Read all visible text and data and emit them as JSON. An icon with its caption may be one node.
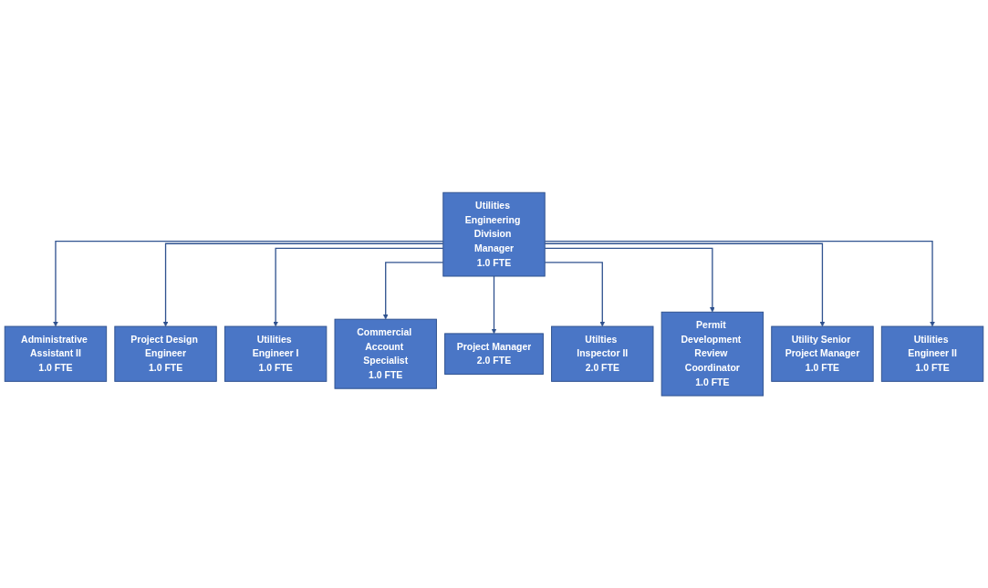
{
  "diagram": {
    "nodes": [
      {
        "text": [
          "Utilities Engineering Division Manager",
          "1.0 FTE"
        ]
      },
      {
        "text": [
          "Administrative Assistant II",
          "1.0 FTE"
        ]
      },
      {
        "text": [
          "Project Design Engineer",
          "1.0 FTE"
        ]
      },
      {
        "text": [
          "Utilities Engineer I",
          "1.0 FTE"
        ]
      },
      {
        "text": [
          "Commercial Account Specialist",
          "1.0 FTE"
        ]
      },
      {
        "text": [
          "Project Manager",
          "2.0 FTE"
        ]
      },
      {
        "text": [
          "Utilties Inspector II",
          "2.0 FTE"
        ]
      },
      {
        "text": [
          "Permit Development Review Coordinator",
          "1.0 FTE"
        ]
      },
      {
        "text": [
          "Utility Senior Project Manager",
          "1.0 FTE"
        ]
      },
      {
        "text": [
          "Utilities Engineer II",
          "1.0 FTE"
        ]
      }
    ],
    "edges": [
      {
        "from": 0,
        "to": 1,
        "arrow": "to"
      },
      {
        "from": 0,
        "to": 2,
        "arrow": "to"
      },
      {
        "from": 0,
        "to": 3,
        "arrow": "to"
      },
      {
        "from": 0,
        "to": 4,
        "arrow": "to"
      },
      {
        "from": 0,
        "to": 5,
        "arrow": "to"
      },
      {
        "from": 0,
        "to": 6,
        "arrow": "to"
      },
      {
        "from": 0,
        "to": 7,
        "arrow": "to"
      },
      {
        "from": 0,
        "to": 8,
        "arrow": "to"
      },
      {
        "from": 0,
        "to": 9,
        "arrow": "to"
      }
    ]
  }
}
